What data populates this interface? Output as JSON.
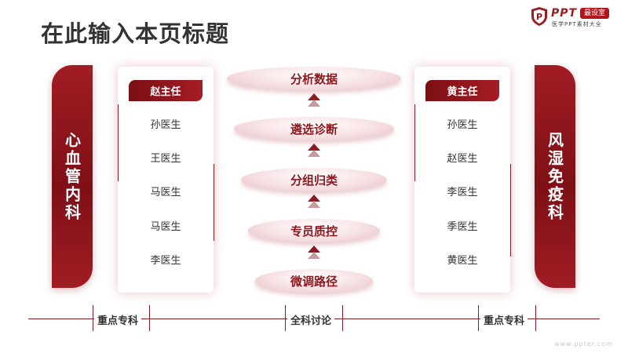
{
  "slide": {
    "title": "在此输入本页标题"
  },
  "logo": {
    "ppt": "PPT",
    "badge": "最设室",
    "subtitle": "医学PPT素材大全"
  },
  "left_department": {
    "name": "心血管内科",
    "leader": "赵主任",
    "doctors": [
      "孙医生",
      "王医生",
      "马医生",
      "马医生",
      "李医生"
    ]
  },
  "right_department": {
    "name": "风湿免疫科",
    "leader": "黄主任",
    "doctors": [
      "孙医生",
      "赵医生",
      "李医生",
      "季医生",
      "黄医生"
    ]
  },
  "process_steps": [
    "分析数据",
    "遴选诊断",
    "分组归类",
    "专员质控",
    "微调路径"
  ],
  "timeline": {
    "left": "重点专科",
    "center": "全科讨论",
    "right": "重点专科"
  },
  "footer": {
    "url": "www.ppter.com"
  },
  "colors": {
    "primary": "#8c1a20",
    "dark_red": "#7a0f15",
    "title_text": "#333333"
  }
}
